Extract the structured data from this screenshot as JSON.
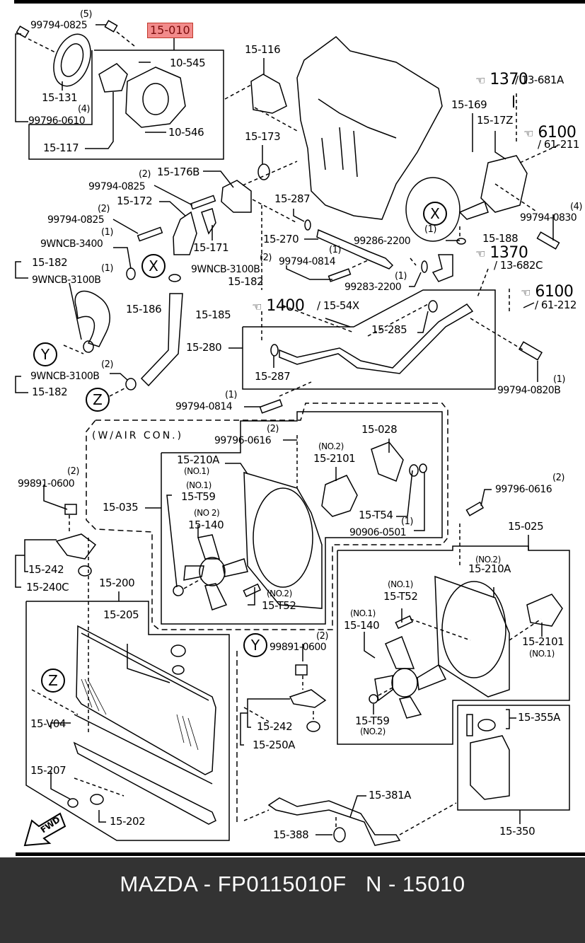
{
  "diagram": {
    "title_highlight": "15-010",
    "labels": {
      "l_99794_0825_top": "99794-0825",
      "q5": "(5)",
      "l_10_545": "10-545",
      "l_15_131": "15-131",
      "q4a": "(4)",
      "l_99796_0610": "99796-0610",
      "l_15_117": "15-117",
      "l_10_546": "10-546",
      "l_15_116": "15-116",
      "l_15_173": "15-173",
      "ref_1370_a": "1370",
      "ref_13_681a": "/ 13-681A",
      "l_15_169": "15-169",
      "l_15_17z": "15-17Z",
      "ref_6100_a": "6100",
      "ref_61_211": "/ 61-211",
      "q2a": "(2)",
      "l_15_176b": "15-176B",
      "l_99794_0825_a": "99794-0825",
      "l_15_172": "15-172",
      "q2b": "(2)",
      "l_99794_0825_b": "99794-0825",
      "q1a": "(1)",
      "l_9wncb_3400": "9WNCB-3400",
      "l_15_171": "15-171",
      "l_15_182_a": "15-182",
      "q1b": "(1)",
      "l_9wncb_3100b_a": "9WNCB-3100B",
      "l_9wncb_3100b_b": "9WNCB-3100B",
      "l_15_182_b": "15-182",
      "l_15_287_a": "15-287",
      "l_15_270": "15-270",
      "q2c": "(2)",
      "q1c": "(1)",
      "l_99794_0814_a": "99794-0814",
      "q1d": "(1)",
      "l_99286_2200": "99286-2200",
      "l_15_188": "15-188",
      "q4b": "(4)",
      "l_99794_0830": "99794-0830",
      "ref_1370_b": "1370",
      "ref_13_682c": "/ 13-682C",
      "q1e": "(1)",
      "l_99283_2200": "99283-2200",
      "ref_1400": "1400",
      "ref_15_54x": "/ 15-54X",
      "ref_6100_b": "6100",
      "ref_61_212": "/ 61-212",
      "l_15_186": "15-186",
      "l_15_185": "15-185",
      "l_15_280": "15-280",
      "l_15_285": "15-285",
      "l_15_287_b": "15-287",
      "q1f": "(1)",
      "l_99794_0820b": "99794-0820B",
      "q2d": "(2)",
      "l_9wncb_3100b_c": "9WNCB-3100B",
      "l_15_182_c": "15-182",
      "q1g": "(1)",
      "l_99794_0814_b": "99794-0814",
      "w_air_con": "(W/AIR CON.)",
      "q2e": "(2)",
      "l_99796_0616_a": "99796-0616",
      "l_15_028": "15-028",
      "no2a": "(NO.2)",
      "l_15_2101_a": "15-2101",
      "l_15_210a_a": "15-210A",
      "no1a": "(NO.1)",
      "no1b": "(NO.1)",
      "l_15_t59_a": "15-T59",
      "no2b": "(NO 2)",
      "l_15_140_a": "15-140",
      "l_15_035": "15-035",
      "l_15_t54": "15-T54",
      "q1h": "(1)",
      "l_90906_0501": "90906-0501",
      "no2c": "(NO.2)",
      "l_15_t52_a": "15-T52",
      "q2f": "(2)",
      "l_99891_0600_a": "99891-0600",
      "l_15_242_a": "15-242",
      "l_15_240c": "15-240C",
      "l_15_200": "15-200",
      "l_15_205": "15-205",
      "q2g": "(2)",
      "l_99796_0616_b": "99796-0616",
      "l_15_025": "15-025",
      "no2d": "(NO.2)",
      "l_15_210a_b": "15-210A",
      "no1c": "(NO.1)",
      "l_15_t52_b": "15-T52",
      "no1d": "(NO.1)",
      "l_15_140_b": "15-140",
      "l_15_2101_b": "15-2101",
      "no1e": "(NO.1)",
      "l_15_t59_b": "15-T59",
      "no2e": "(NO.2)",
      "q2h": "(2)",
      "l_99891_0600_b": "99891-0600",
      "l_15_242_b": "15-242",
      "l_15_250a": "15-250A",
      "l_15_355a": "15-355A",
      "l_15_v04": "15-V04",
      "l_15_207": "15-207",
      "l_15_202": "15-202",
      "l_15_381a": "15-381A",
      "l_15_388": "15-388",
      "l_15_350": "15-350",
      "fwd": "FWD"
    },
    "callouts": {
      "x1": "X",
      "x2": "X",
      "y1": "Y",
      "y2": "Y",
      "z1": "Z",
      "z2": "Z"
    }
  },
  "footer": {
    "text": "MAZDA - FP0115010F   N - 15010"
  },
  "colors": {
    "highlight_fill": "#f28b8b",
    "footer_bg": "#333333",
    "footer_text": "#ffffff"
  }
}
